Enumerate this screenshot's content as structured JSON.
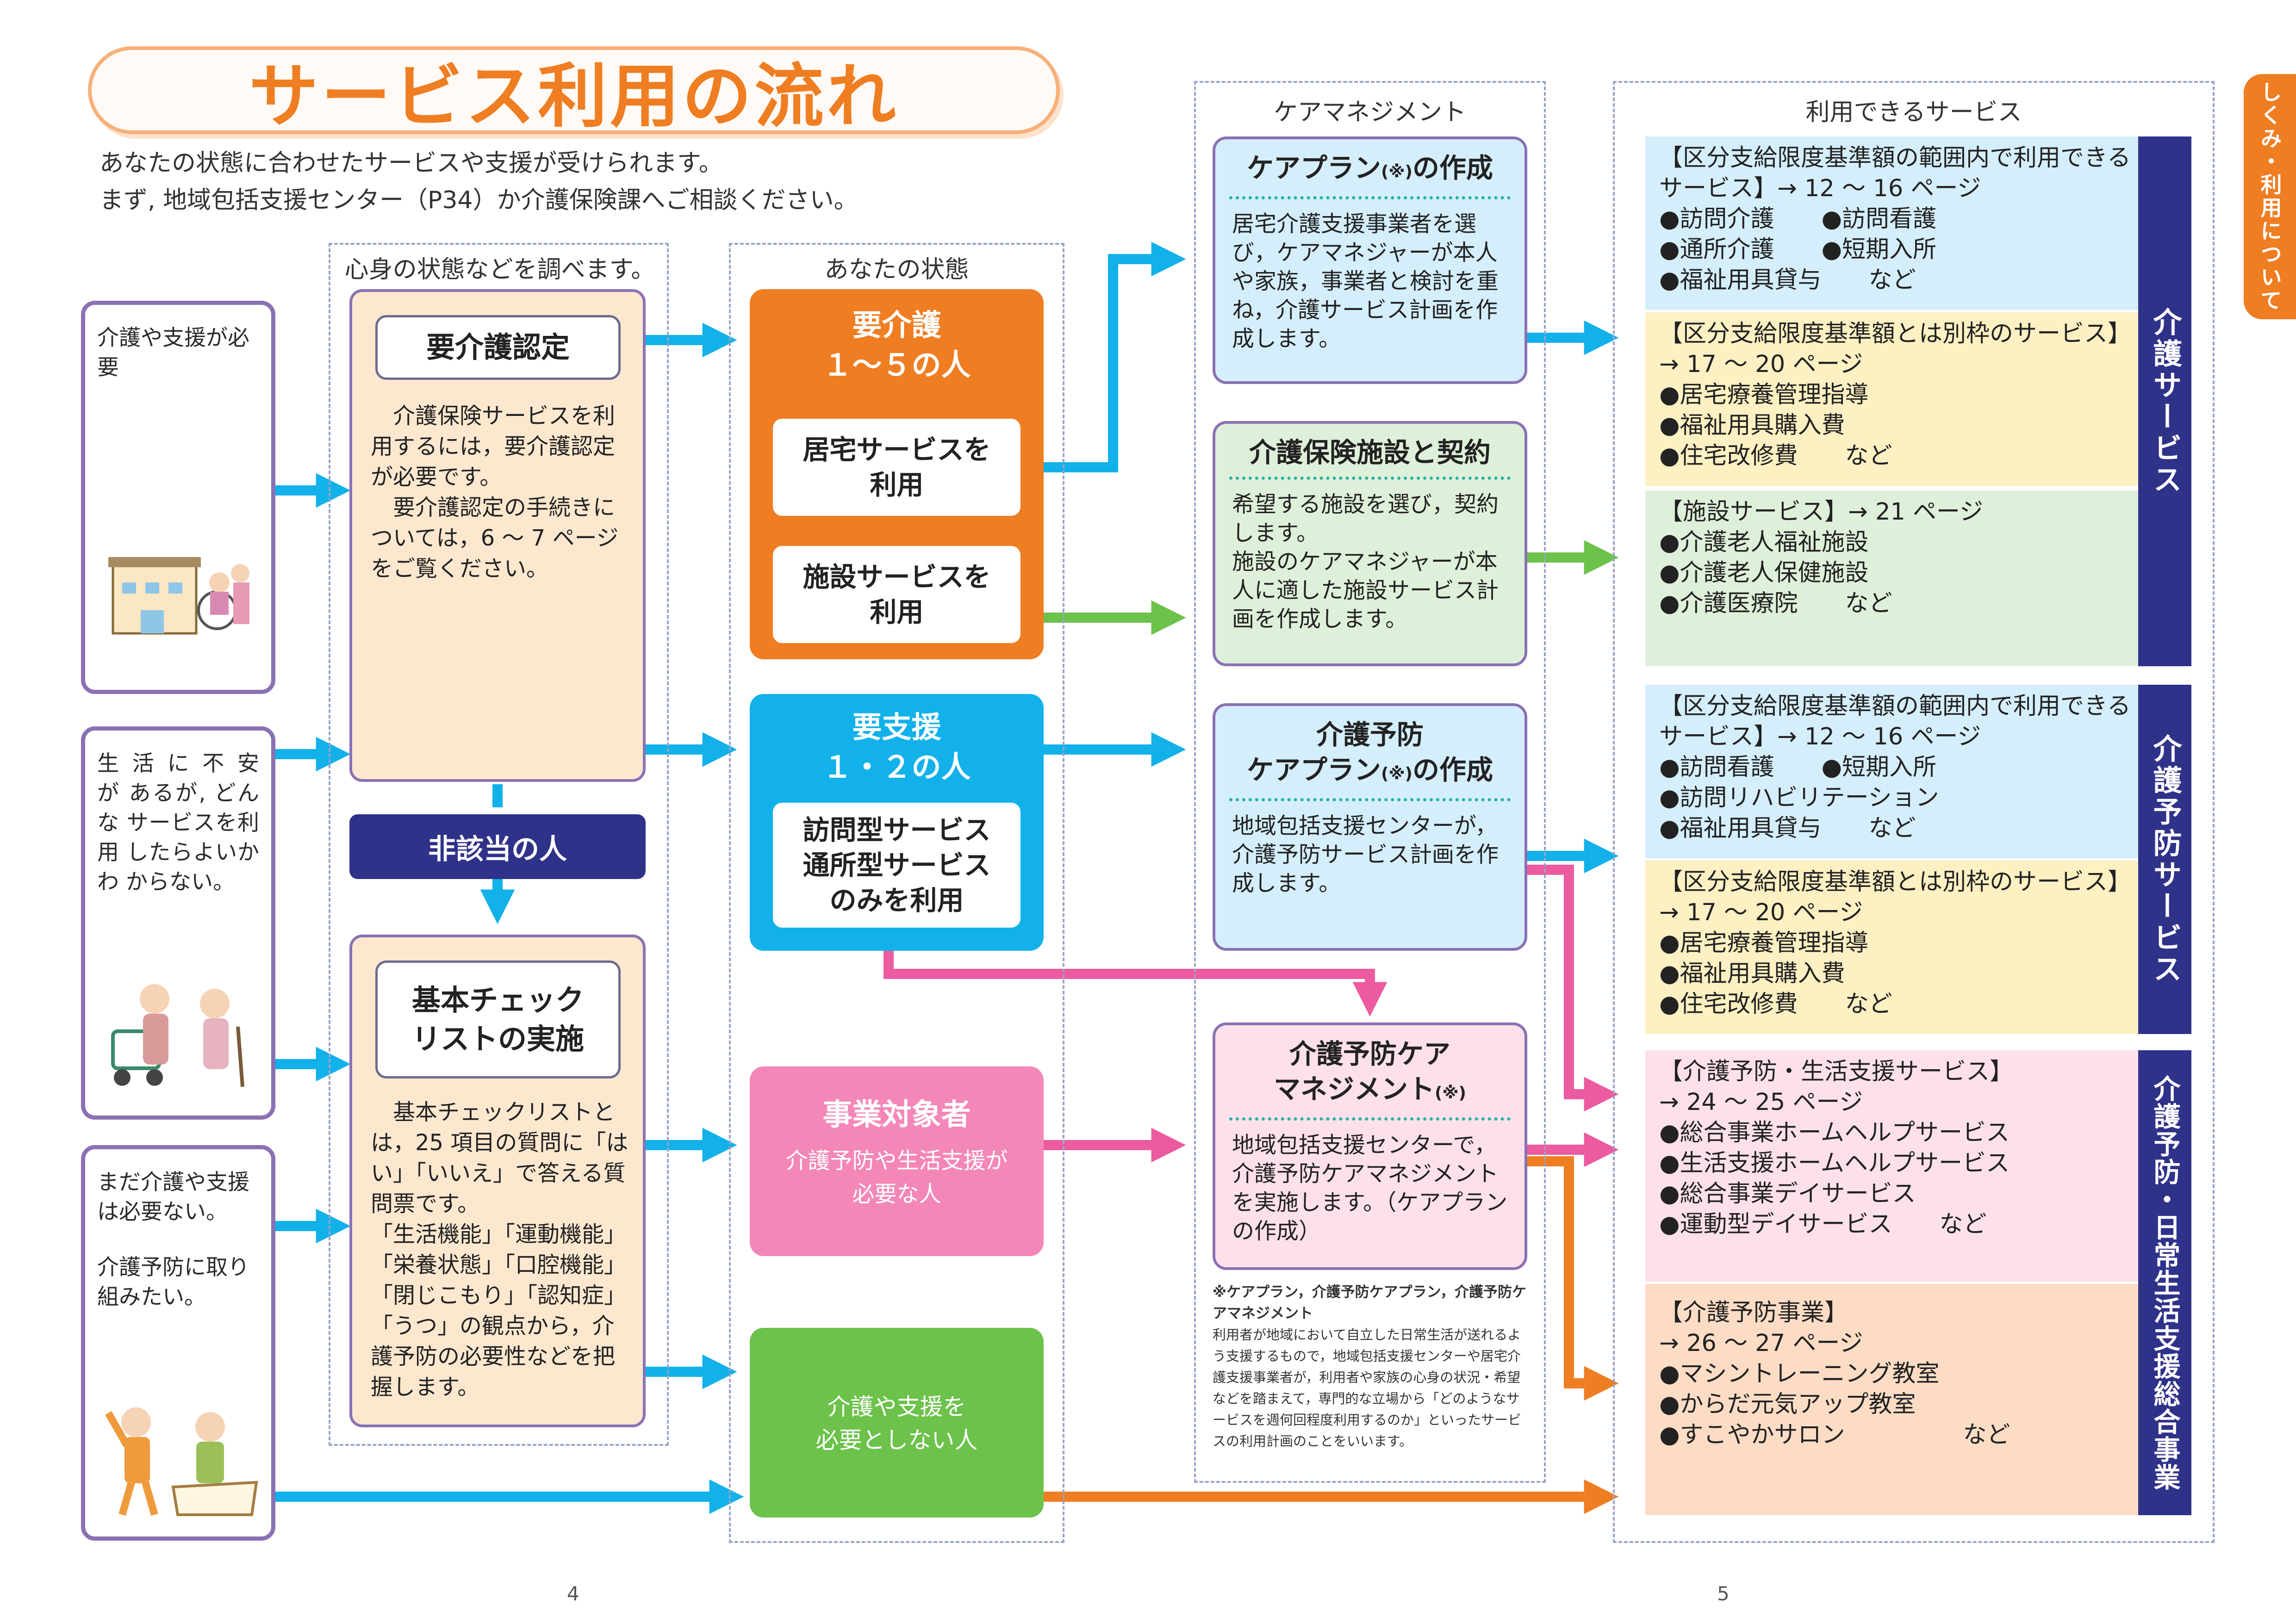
{
  "title": "サービス利用の流れ",
  "intro": [
    "あなたの状態に合わせたサービスや支援が受けられます。",
    "まず, 地域包括支援センター（P34）か介護保険課へご相談ください。"
  ],
  "columns": {
    "check": "心身の状態などを調べます。",
    "state": "あなたの状態",
    "care": "ケアマネジメント",
    "services": "利用できるサービス"
  },
  "conditions": [
    "介護や支援が必要",
    "生 活 に 不 安 が あるが, どんな サービスを利用 したらよいかわ からない。",
    "まだ介護や支援 は必要ない。",
    "介護予防に取り 組みたい。"
  ],
  "certification": {
    "label": "要介護認定",
    "body": "　介護保険サービスを利用するには，要介護認定が必要です。\n　要介護認定の手続きについては，6 ～ 7 ページをご覧ください。"
  },
  "not_applicable": "非該当の人",
  "checklist": {
    "label": "基本チェック\nリストの実施",
    "body": "　基本チェックリストとは，25 項目の質問に「はい」「いいえ」で答える質問票です。\n「生活機能」「運動機能」「栄養状態」「口腔機能」「閉じこもり」「認知症」「うつ」の観点から，介護予防の必要性などを把握します。"
  },
  "states": {
    "care": {
      "head": "要介護\n１～５の人",
      "home": "居宅サービスを\n利用",
      "facility": "施設サービスを\n利用"
    },
    "support": {
      "head": "要支援\n１・２の人",
      "inner": "訪問型サービス\n通所型サービス\nのみを利用"
    },
    "program": {
      "head": "事業対象者",
      "sub": "介護予防や生活支援が\n必要な人"
    },
    "none": {
      "sub": "介護や支援を\n必要としない人"
    }
  },
  "care_mgmt": {
    "plan": {
      "title": "ケアプラン",
      "mark": "(※)",
      "suffix": "の作成",
      "body": "居宅介護支援事業者を選び，ケアマネジャーが本人や家族，事業者と検討を重ね，介護サービス計画を作成します。"
    },
    "contract": {
      "title": "介護保険施設と契約",
      "body": "希望する施設を選び，契約します。\n施設のケアマネジャーが本人に適した施設サービス計画を作成します。"
    },
    "prev_plan": {
      "title1": "介護予防",
      "title2": "ケアプラン",
      "mark": "(※)",
      "suffix": "の作成",
      "body": "地域包括支援センターが，介護予防サービス計画を作成します。"
    },
    "prev_mgmt": {
      "title1": "介護予防ケア",
      "title2": "マネジメント",
      "mark": "(※)",
      "body": "地域包括支援センターで，介護予防ケアマネジメントを実施します。（ケアプランの作成）"
    },
    "note_title": "※ケアプラン，介護予防ケアプラン，介護予防ケアマネジメント",
    "note_body": "利用者が地域において自立した日常生活が送れるよう支援するもので，地域包括支援センターや居宅介護支援事業者が，利用者や家族の心身の状況・希望などを踏まえて，専門的な立場から「どのようなサービスを週何回程度利用するのか」といったサービスの利用計画のことをいいます。"
  },
  "services": {
    "care_title": "介護サービス",
    "prev_title": "介護予防サービス",
    "general_title": "介護予防・日常生活支援総合事業",
    "panels": [
      [
        "【区分支給限度基準額の範囲内で利用できる",
        "サービス】→ 12 ～ 16 ページ",
        "●訪問介護　　●訪問看護",
        "●通所介護　　●短期入所",
        "●福祉用具貸与　　など"
      ],
      [
        "【区分支給限度基準額とは別枠のサービス】",
        "→ 17 ～ 20 ページ",
        "●居宅療養管理指導",
        "●福祉用具購入費",
        "●住宅改修費　　など"
      ],
      [
        "【施設サービス】→ 21 ページ",
        "●介護老人福祉施設",
        "●介護老人保健施設",
        "●介護医療院　　など"
      ],
      [
        "【区分支給限度基準額の範囲内で利用できる",
        "サービス】→ 12 ～ 16 ページ",
        "●訪問看護　　●短期入所",
        "●訪問リハビリテーション",
        "●福祉用具貸与　　など"
      ],
      [
        "【区分支給限度基準額とは別枠のサービス】",
        "→ 17 ～ 20 ページ",
        "●居宅療養管理指導",
        "●福祉用具購入費",
        "●住宅改修費　　など"
      ],
      [
        "【介護予防・生活支援サービス】",
        "→ 24 ～ 25 ページ",
        "●総合事業ホームヘルプサービス",
        "●生活支援ホームヘルプサービス",
        "●総合事業デイサービス",
        "●運動型デイサービス　　など"
      ],
      [
        "【介護予防事業】",
        "→ 26 ～ 27 ページ",
        "●マシントレーニング教室",
        "●からだ元気アップ教室",
        "●すこやかサロン　　　　　など"
      ]
    ]
  },
  "side_tab": "しくみ・利用について",
  "page_numbers": {
    "left": "4",
    "right": "5"
  },
  "colors": {
    "orange": "#ef7d22",
    "blue": "#12b1e9",
    "pink": "#f388b8",
    "green": "#6cc24a",
    "navy": "#2f3289",
    "purple_border": "#8a71b3",
    "arrow_pink": "#ec5b9f"
  }
}
